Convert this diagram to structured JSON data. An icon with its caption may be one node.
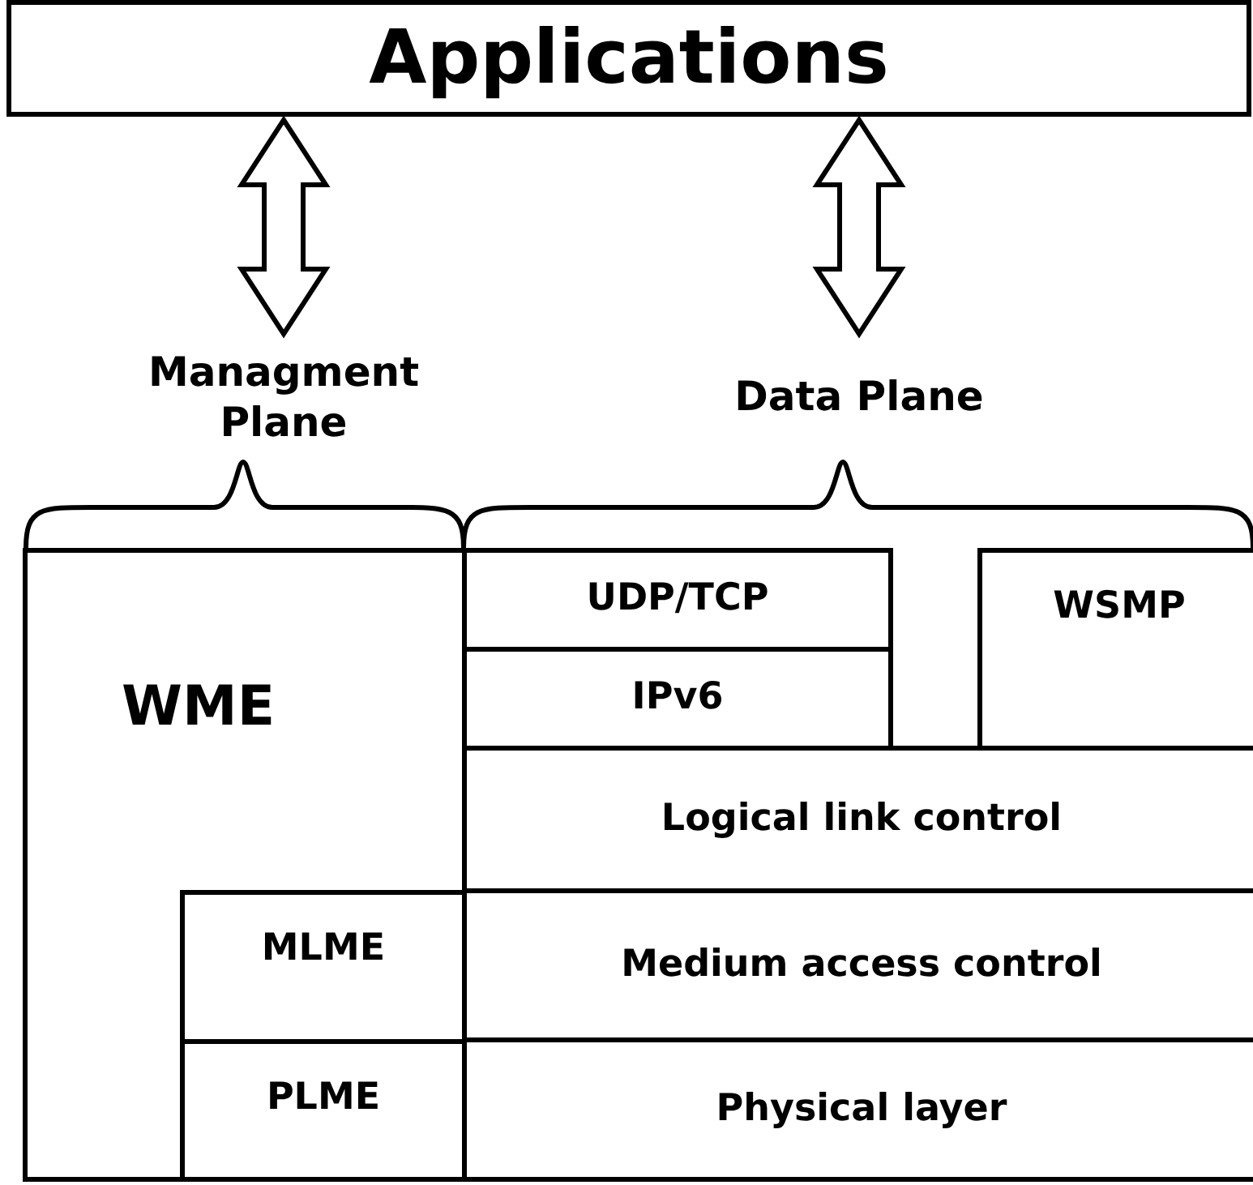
{
  "diagram": {
    "nodes": [
      {
        "text": [
          "Applications"
        ]
      },
      {
        "text": [
          "Managment Plane"
        ]
      },
      {
        "text": [
          "Data Plane"
        ]
      },
      {
        "text": [
          "WME"
        ]
      },
      {
        "text": [
          "MLME"
        ],
        "in": 3
      },
      {
        "text": [
          "PLME"
        ],
        "in": 3
      },
      {
        "text": [
          "UDP/TCP"
        ]
      },
      {
        "text": [
          "IPv6"
        ]
      },
      {
        "text": [
          "WSMP"
        ]
      },
      {
        "text": [
          "Logical link control"
        ]
      },
      {
        "text": [
          "Medium access control"
        ]
      },
      {
        "text": [
          "Physical layer"
        ]
      }
    ],
    "edges": [
      {
        "from": 0,
        "to": 1,
        "arrow": "both"
      },
      {
        "from": 0,
        "to": 2,
        "arrow": "both"
      }
    ]
  }
}
